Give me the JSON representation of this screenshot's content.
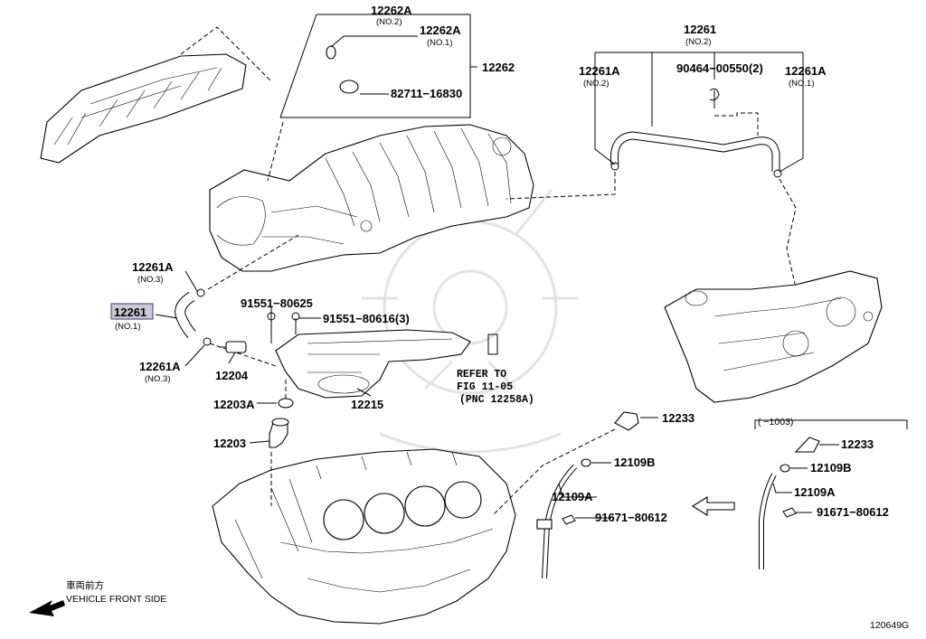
{
  "diagram_code": "120649G",
  "front_side": {
    "jp": "車両前方",
    "en": "VEHICLE FRONT SIDE"
  },
  "refer": {
    "line1": "REFER TO",
    "line2": "FIG 11-05",
    "line3": "(PNC 12258A)"
  },
  "date_range": "( −1003)",
  "labels": {
    "p12262A_no2": {
      "num": "12262A",
      "sub": "(NO.2)"
    },
    "p12262A_no1": {
      "num": "12262A",
      "sub": "(NO.1)"
    },
    "p12262": "12262",
    "p82711": "82711−16830",
    "p12261_no2": {
      "num": "12261",
      "sub": "(NO.2)"
    },
    "p12261A_left": {
      "num": "12261A",
      "sub": "(NO.2)"
    },
    "p90464": "90464−00550(2)",
    "p12261A_right": {
      "num": "12261A",
      "sub": "(NO.1)"
    },
    "p12261A_no3_top": {
      "num": "12261A",
      "sub": "(NO.3)"
    },
    "p12261_no1": {
      "num": "12261",
      "sub": "(NO.1)"
    },
    "p12261A_no3_bot": {
      "num": "12261A",
      "sub": "(NO.3)"
    },
    "p91551_80625": "91551−80625",
    "p91551_80616": "91551−80616(3)",
    "p12204": "12204",
    "p12203A": "12203A",
    "p12215": "12215",
    "p12203": "12203",
    "p12233_a": "12233",
    "p12109B_a": "12109B",
    "p12109A_a": "12109A",
    "p91671_a": "91671−80612",
    "p12233_b": "12233",
    "p12109B_b": "12109B",
    "p12109A_b": "12109A",
    "p91671_b": "91671−80612"
  }
}
